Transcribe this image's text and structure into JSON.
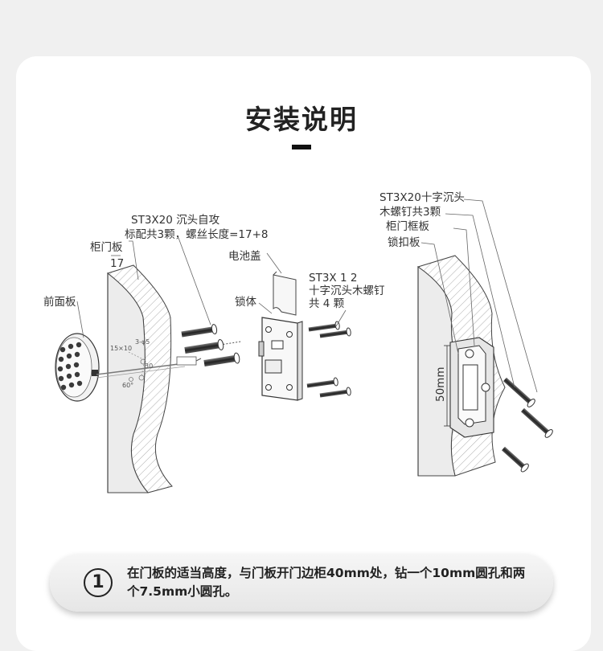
{
  "page": {
    "title": "安装说明"
  },
  "diagram": {
    "left_labels": {
      "screw_spec_line1": "ST3X20 沉头自攻",
      "screw_spec_line2": "标配共3颗，螺丝长度=17+8",
      "cabinet_door": "柜门板",
      "thickness": "17",
      "front_panel": "前面板",
      "battery_cover": "电池盖",
      "lock_body": "锁体",
      "wood_screw_line1": "ST3X 1 2",
      "wood_screw_line2": "十字沉头木螺钉",
      "wood_screw_line3": "共 4 颗",
      "dim_15x10": "15×10",
      "dim_phi5": "3-φ5",
      "dim_30": "30",
      "dim_60deg": "60°"
    },
    "right_labels": {
      "screw_spec_line1": "ST3X20十字沉头",
      "screw_spec_line2": "木螺钉共3颗",
      "door_frame": "柜门框板",
      "strike_plate": "锁扣板",
      "dim_50mm": "50mm"
    }
  },
  "steps": [
    {
      "number": "1",
      "text": "在门板的适当高度，与门板开门边柜40mm处，钻一个10mm圆孔和两个7.5mm小圆孔。"
    }
  ]
}
